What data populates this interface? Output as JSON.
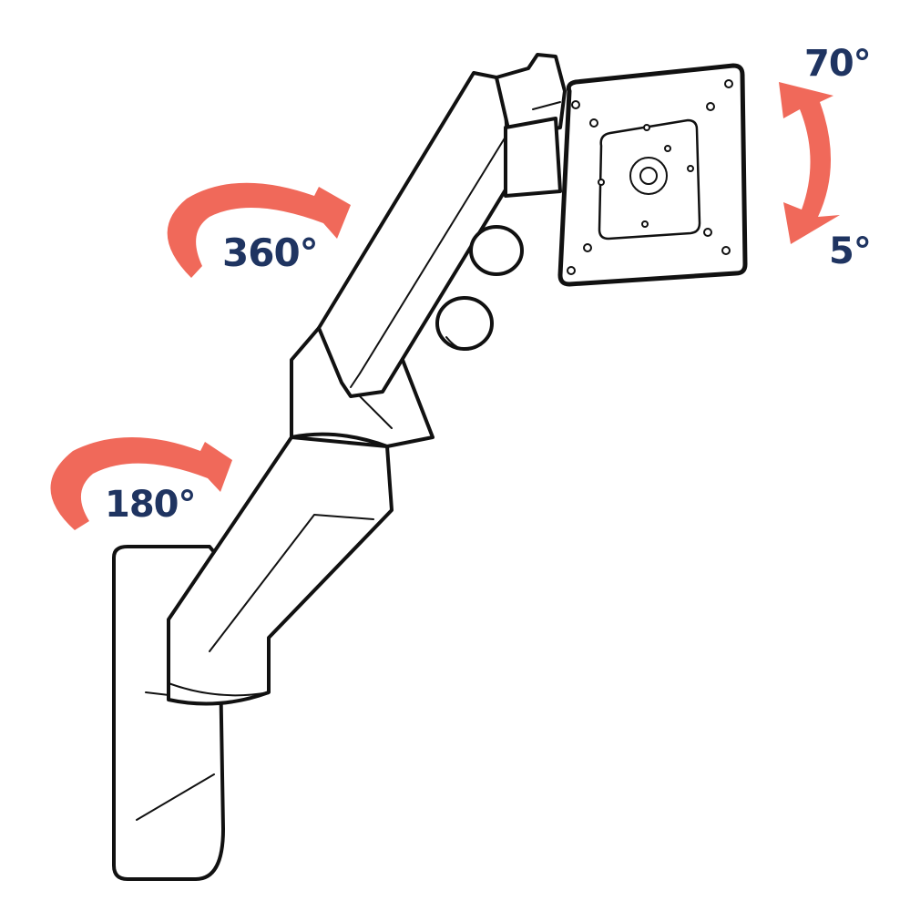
{
  "diagram": {
    "subject": "Wall-mounted monitor arm with VESA plate",
    "colors": {
      "arrow": "#f0695a",
      "label": "#1f3461",
      "outline": "#111111",
      "fill": "#ffffff"
    },
    "labels": {
      "swivel_arm": "360°",
      "swivel_base": "180°",
      "tilt_up": "70°",
      "tilt_down": "5°"
    },
    "annotations": [
      {
        "id": "arm-rotation",
        "type": "curved-arrow",
        "value": "360°"
      },
      {
        "id": "base-rotation",
        "type": "curved-arrow",
        "value": "180°"
      },
      {
        "id": "tilt-range",
        "type": "double-arrow",
        "from": "70°",
        "to": "5°"
      }
    ]
  }
}
